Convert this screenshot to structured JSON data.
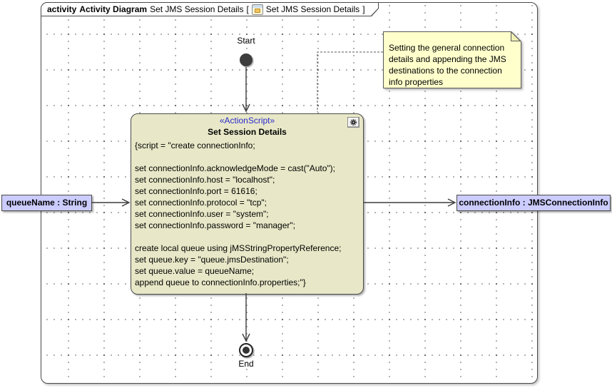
{
  "diagram": {
    "frame_title": {
      "kind": "activity",
      "type_label": "Activity Diagram",
      "name": "Set JMS Session Details",
      "context_open": "[",
      "context_name": "Set JMS Session Details",
      "context_close": "]"
    },
    "start_node": {
      "label": "Start"
    },
    "end_node": {
      "label": "End"
    },
    "action_node": {
      "stereotype": "«ActionScript»",
      "name": "Set Session Details",
      "script_lines": [
        "{script = \"create connectionInfo;",
        "",
        "set connectionInfo.acknowledgeMode = cast(\"Auto\");",
        "set connectionInfo.host = \"localhost\";",
        "set connectionInfo.port = 61616;",
        "set connectionInfo.protocol = \"tcp\";",
        "set connectionInfo.user = \"system\";",
        "set connectionInfo.password = \"manager\";",
        "",
        "create local queue using jMSStringPropertyReference;",
        "set queue.key = \"queue.jmsDestination\";",
        "set queue.value = queueName;",
        "append queue to connectionInfo.properties;\"}"
      ]
    },
    "input_pin": {
      "label": "queueName : String"
    },
    "output_pin": {
      "label": "connectionInfo : JMSConnectionInfo"
    },
    "note": {
      "text": "Setting the general connection details and appending the JMS destinations to the connection info properties"
    },
    "colors": {
      "action_fill": "#E8E8C8",
      "pin_fill": "#CCCCFF",
      "note_fill": "#FFFFCC",
      "stereotype_text": "#2B2BCC",
      "connector_line": "#3D3D3D"
    }
  }
}
